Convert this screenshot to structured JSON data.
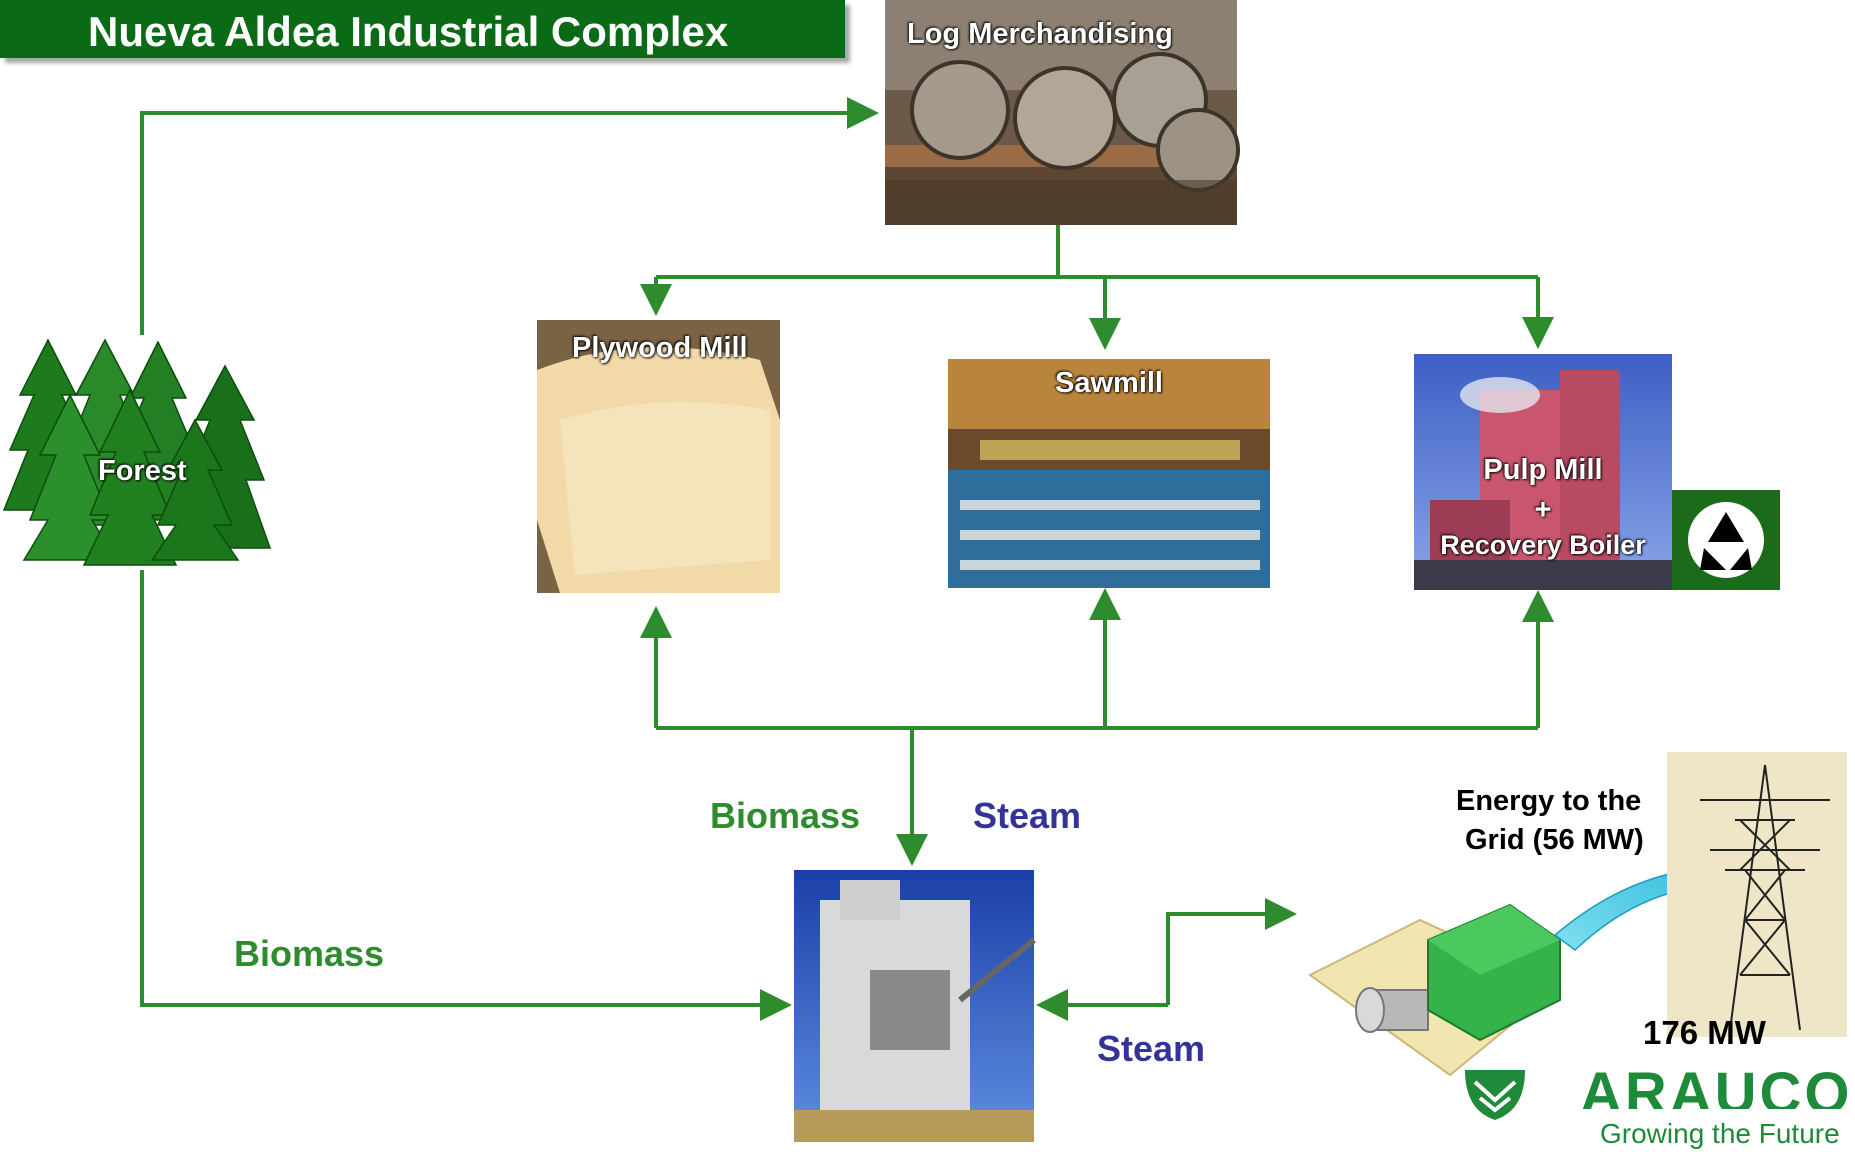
{
  "title": "Nueva Aldea Industrial Complex",
  "nodes": {
    "log_merchandising": "Log Merchandising",
    "plywood_mill": "Plywood Mill",
    "sawmill": "Sawmill",
    "pulp_mill": "Pulp Mill",
    "plus": "+",
    "recovery_boiler": "Recovery Boiler",
    "forest": "Forest"
  },
  "flows": {
    "biomass_center": "Biomass",
    "steam_center": "Steam",
    "biomass_left": "Biomass",
    "steam_bottom": "Steam"
  },
  "energy": {
    "grid_line1": "Energy to the",
    "grid_line2": "Grid (56 MW)",
    "total": "176 MW"
  },
  "brand": {
    "name": "ARAUCO",
    "tagline": "Growing the Future"
  },
  "icons": [
    "recycle-icon",
    "turbine-icon",
    "power-tower-icon",
    "arauco-logo-icon",
    "tree-icon"
  ],
  "colors": {
    "flow_green": "#2e8b2e",
    "title_green": "#0b6a16",
    "steam_blue": "#333399",
    "tree_green": "#1d7a1d"
  }
}
